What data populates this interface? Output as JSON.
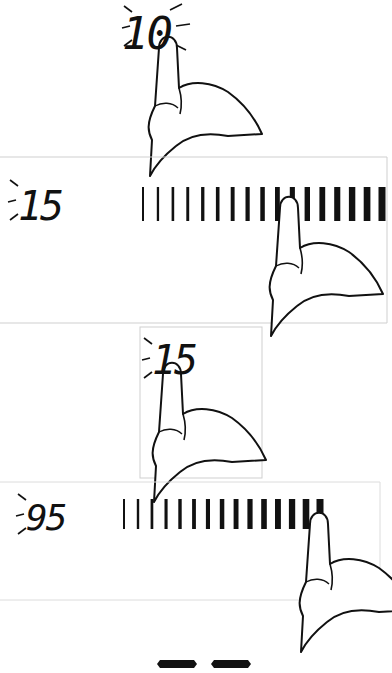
{
  "diagram": {
    "labels": [
      "10",
      "15",
      "15",
      "95"
    ]
  }
}
